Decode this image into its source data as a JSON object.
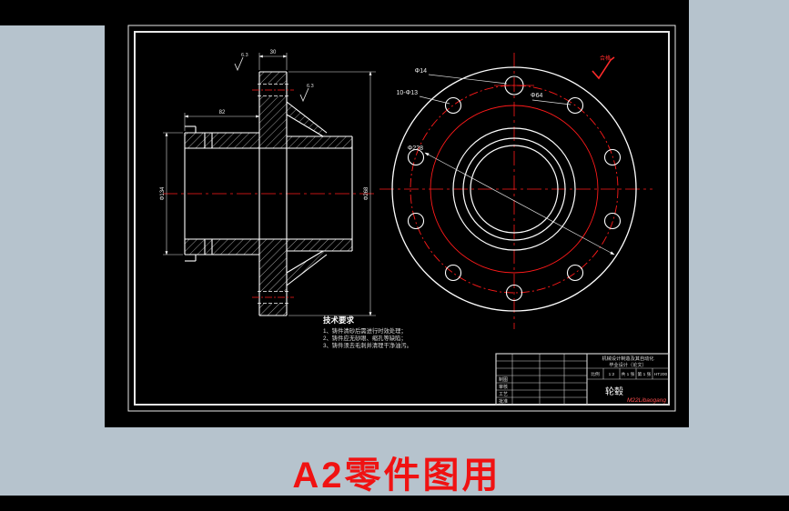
{
  "window": {
    "bg_color": "#b6c3cd",
    "canvas_color": "#000000",
    "accent_red": "#ff1a1a"
  },
  "caption": {
    "text": "A2零件图用"
  },
  "front_view": {
    "labels": {
      "pin_hole": "Φ14",
      "bolt_holes": "10-Φ13",
      "bolt_circle": "Φ228",
      "pilot": "Φ64"
    }
  },
  "section_view": {
    "dims": {
      "flange_od": "Φ268",
      "barrel_od": "Φ134",
      "flange_width": "30",
      "barrel_length": "82"
    },
    "finish1": "6.3",
    "finish2": "6.3"
  },
  "tech": {
    "heading": "技术要求",
    "items": [
      "1、铸件清砂后需进行时效处理；",
      "2、铸件应无砂眼、缩孔等缺陷；",
      "3、铸件须去毛刺并清理干净油污。"
    ]
  },
  "title_block": {
    "rows": [
      "制图",
      "审核",
      "工艺",
      "批准"
    ],
    "school_line1": "机械设计制造及其自动化",
    "school_line2": "毕业设计（论文）",
    "scale_label": "比例",
    "scale": "1:2",
    "sheets": "共 1 张",
    "sheet_no": "第 1 张",
    "material": "HT200",
    "part_name": "轮毂",
    "signature": "M22Libaogang"
  },
  "stamp": {
    "text": "合格"
  }
}
